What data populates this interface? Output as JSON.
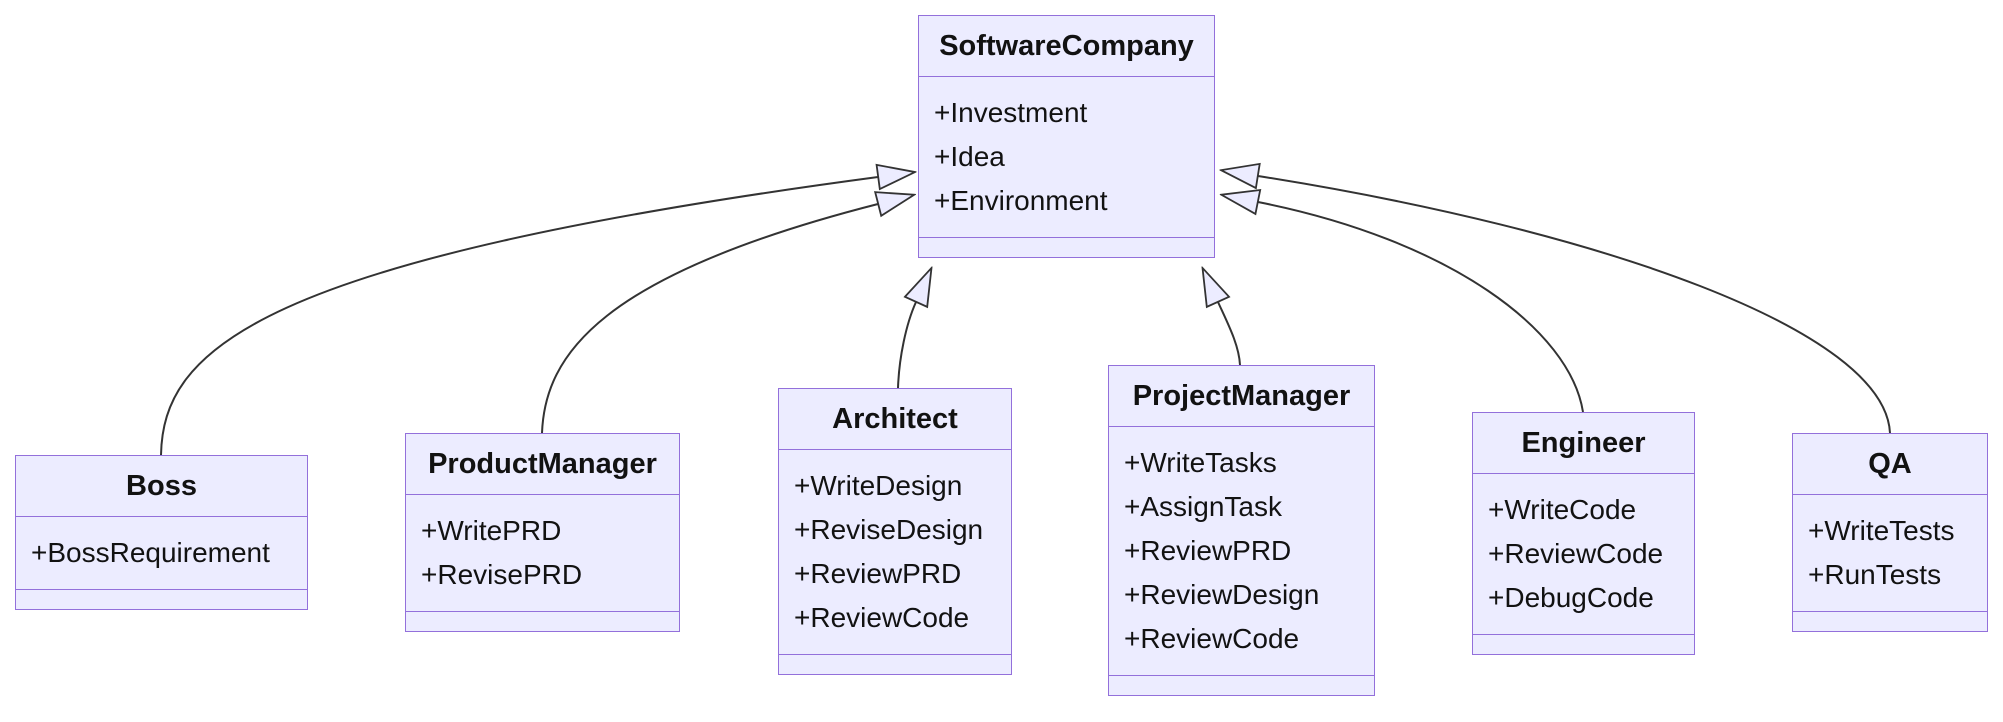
{
  "diagram": {
    "kind": "uml-class-diagram",
    "colors": {
      "node_fill": "#ECECFF",
      "node_border": "#9370DB",
      "edge_line": "#333333",
      "text": "#121212",
      "background": "#ffffff"
    },
    "classes": [
      {
        "name": "SoftwareCompany",
        "attributes": [
          "+Investment",
          "+Idea",
          "+Environment"
        ]
      },
      {
        "name": "Boss",
        "attributes": [
          "+BossRequirement"
        ]
      },
      {
        "name": "ProductManager",
        "attributes": [
          "+WritePRD",
          "+RevisePRD"
        ]
      },
      {
        "name": "Architect",
        "attributes": [
          "+WriteDesign",
          "+ReviseDesign",
          "+ReviewPRD",
          "+ReviewCode"
        ]
      },
      {
        "name": "ProjectManager",
        "attributes": [
          "+WriteTasks",
          "+AssignTask",
          "+ReviewPRD",
          "+ReviewDesign",
          "+ReviewCode"
        ]
      },
      {
        "name": "Engineer",
        "attributes": [
          "+WriteCode",
          "+ReviewCode",
          "+DebugCode"
        ]
      },
      {
        "name": "QA",
        "attributes": [
          "+WriteTests",
          "+RunTests"
        ]
      }
    ],
    "relations": [
      {
        "from": "Boss",
        "to": "SoftwareCompany",
        "type": "inheritance"
      },
      {
        "from": "ProductManager",
        "to": "SoftwareCompany",
        "type": "inheritance"
      },
      {
        "from": "Architect",
        "to": "SoftwareCompany",
        "type": "inheritance"
      },
      {
        "from": "ProjectManager",
        "to": "SoftwareCompany",
        "type": "inheritance"
      },
      {
        "from": "Engineer",
        "to": "SoftwareCompany",
        "type": "inheritance"
      },
      {
        "from": "QA",
        "to": "SoftwareCompany",
        "type": "inheritance"
      }
    ]
  }
}
